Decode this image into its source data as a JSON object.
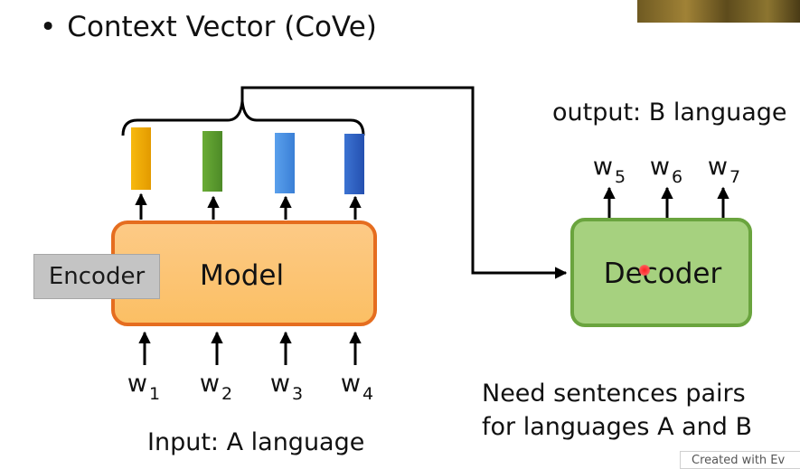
{
  "slide": {
    "bullet": "•",
    "title": "Context Vector (CoVe)"
  },
  "model": {
    "label": "Model"
  },
  "encoder": {
    "label": "Encoder"
  },
  "decoder": {
    "label": "Decoder"
  },
  "output_label": "output: B language",
  "input_label": "Input: A language",
  "note_lines": [
    "Need sentences pairs",
    "for languages A and B"
  ],
  "input_words": [
    {
      "base": "w",
      "sub": "1"
    },
    {
      "base": "w",
      "sub": "2"
    },
    {
      "base": "w",
      "sub": "3"
    },
    {
      "base": "w",
      "sub": "4"
    }
  ],
  "output_words": [
    {
      "base": "w",
      "sub": "5"
    },
    {
      "base": "w",
      "sub": "6"
    },
    {
      "base": "w",
      "sub": "7"
    }
  ],
  "vector_colors": {
    "v1": "#f5a800",
    "v2": "#5b9a2e",
    "v3": "#4a8ee0",
    "v4": "#2f5fc0"
  },
  "credit": "Created with Ev"
}
